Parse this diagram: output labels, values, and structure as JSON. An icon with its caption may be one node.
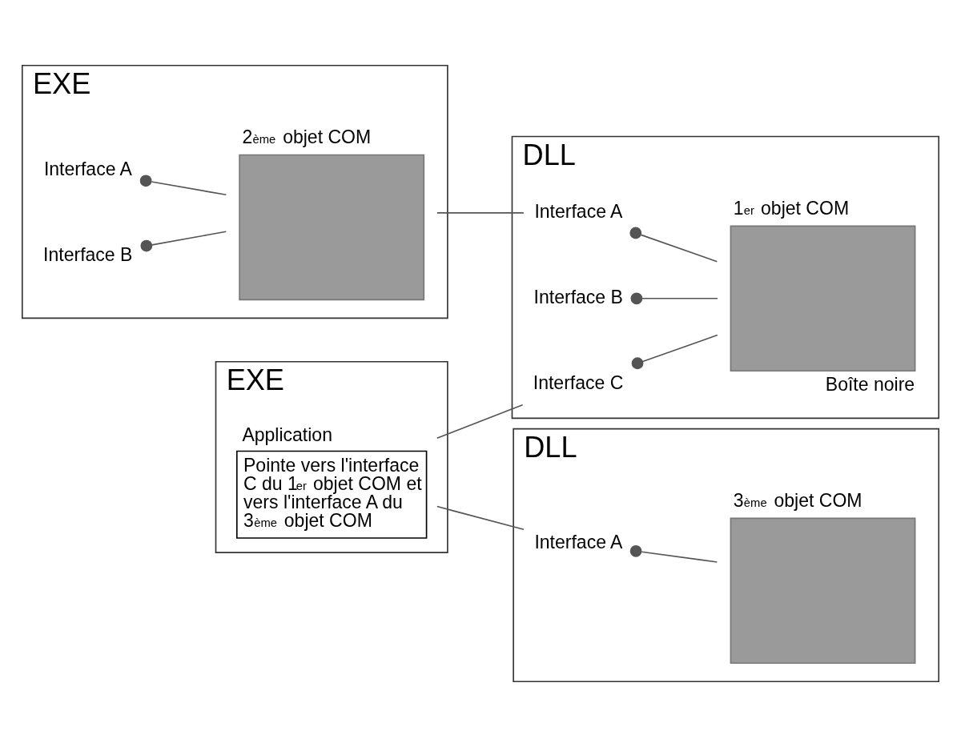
{
  "diagram": {
    "nodes": [
      {
        "text": [
          "EXE"
        ]
      },
      {
        "text": [
          "2$^{ème}$ objet COM"
        ],
        "in": 0
      },
      {
        "text": [
          "Interface A"
        ],
        "in": 0
      },
      {
        "text": [
          "Interface B"
        ],
        "in": 0
      },
      {
        "text": [
          "DLL"
        ]
      },
      {
        "text": [
          "1$^{er}$ objet COM"
        ],
        "in": 4,
        "beside": [
          "Boîte noire"
        ]
      },
      {
        "text": [
          "Interface A"
        ],
        "in": 4
      },
      {
        "text": [
          "Interface B"
        ],
        "in": 4
      },
      {
        "text": [
          "Interface C"
        ],
        "in": 4
      },
      {
        "text": [
          "EXE"
        ]
      },
      {
        "text": [
          "Application",
          "Pointe vers l'interface C du 1$^{er}$ objet COM et vers l'interface A du 3$^{ème}$ objet COM"
        ],
        "in": 9
      },
      {
        "text": [
          "DLL"
        ]
      },
      {
        "text": [
          "3$^{ème}$ objet COM"
        ],
        "in": 11
      },
      {
        "text": [
          "Interface A"
        ],
        "in": 11
      }
    ],
    "edges": [
      {
        "from": 2,
        "to": 1,
        "arrow": "other"
      },
      {
        "from": 3,
        "to": 1,
        "arrow": "other"
      },
      {
        "from": 6,
        "to": 5,
        "arrow": "other"
      },
      {
        "from": 7,
        "to": 5,
        "arrow": "other"
      },
      {
        "from": 8,
        "to": 5,
        "arrow": "other"
      },
      {
        "from": 13,
        "to": 12,
        "arrow": "other"
      },
      {
        "from": 1,
        "to": 6,
        "arrow": "none"
      },
      {
        "from": 10,
        "to": 8,
        "arrow": "none"
      },
      {
        "from": 10,
        "to": 13,
        "arrow": "none"
      }
    ]
  }
}
